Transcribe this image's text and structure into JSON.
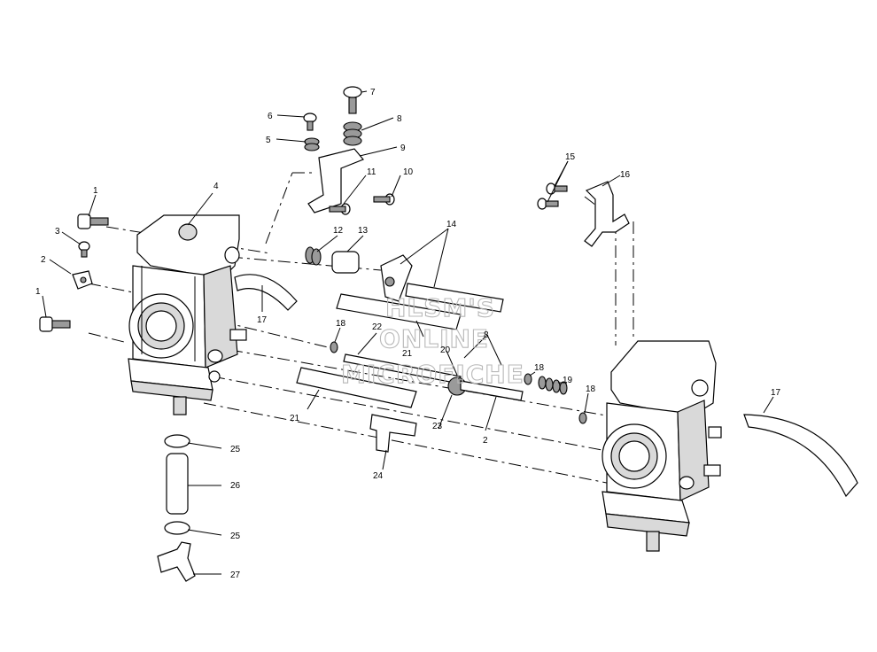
{
  "watermark": [
    "HLSM'S",
    "ONLINE",
    "MICROFICHE"
  ],
  "callouts": {
    "c1a": "1",
    "c1b": "1",
    "c2a": "2",
    "c2b": "2",
    "c3": "3",
    "c4": "4",
    "c5": "5",
    "c6": "6",
    "c7": "7",
    "c8": "8",
    "c8b": "8",
    "c9": "9",
    "c10": "10",
    "c11": "11",
    "c12": "12",
    "c13": "13",
    "c14": "14",
    "c15": "15",
    "c16": "16",
    "c17a": "17",
    "c17b": "17",
    "c18a": "18",
    "c18b": "18",
    "c18c": "18",
    "c19": "19",
    "c20": "20",
    "c21a": "21",
    "c21b": "21",
    "c22": "22",
    "c23": "23",
    "c24": "24",
    "c25a": "25",
    "c25b": "25",
    "c26": "26",
    "c27": "27"
  }
}
